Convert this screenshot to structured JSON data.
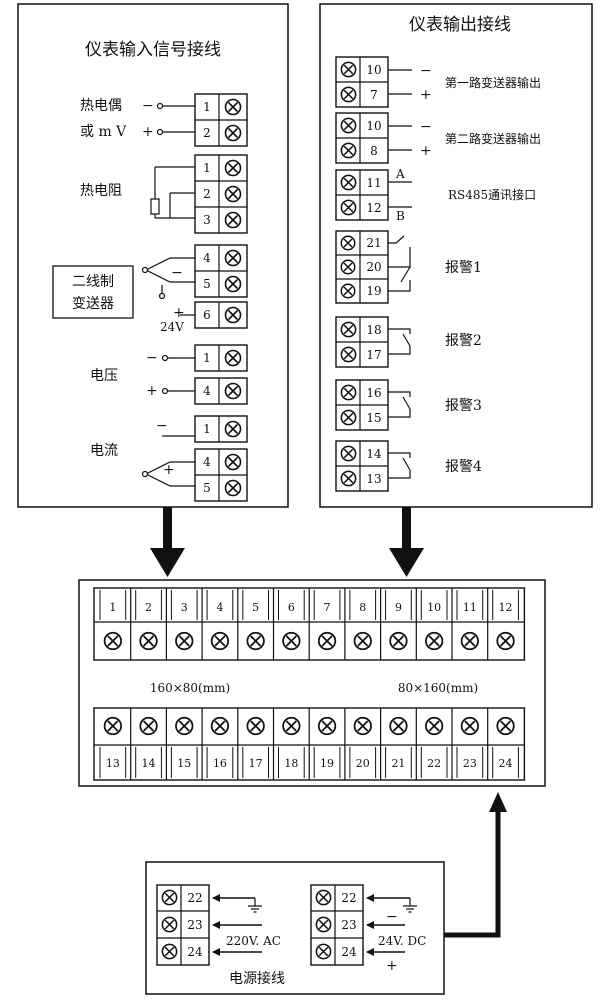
{
  "input_panel": {
    "title": "仪表输入信号接线",
    "thermocouple": {
      "label1": "热电偶",
      "label2": "或 m V",
      "minus": "−",
      "plus": "+",
      "terminals": [
        "1",
        "2"
      ]
    },
    "rtd": {
      "label": "热电阻",
      "terminals": [
        "1",
        "2",
        "3"
      ]
    },
    "transmitter": {
      "label1": "二线制",
      "label2": "变送器",
      "voltage": "24V",
      "minus": "−",
      "plus": "+",
      "terminals": [
        "4",
        "5",
        "6"
      ]
    },
    "voltage": {
      "label": "电压",
      "minus": "−",
      "plus": "+",
      "terminals": [
        "1",
        "4"
      ]
    },
    "current": {
      "label": "电流",
      "minus": "−",
      "plus": "+",
      "terminals": [
        "1",
        "4",
        "5"
      ]
    }
  },
  "output_panel": {
    "title": "仪表输出接线",
    "transmitter1": {
      "label": "第一路变送器输出",
      "minus": "−",
      "plus": "+",
      "terminals": [
        "10",
        "7"
      ]
    },
    "transmitter2": {
      "label": "第二路变送器输出",
      "minus": "−",
      "plus": "+",
      "terminals": [
        "10",
        "8"
      ]
    },
    "rs485": {
      "label": "RS485通讯接口",
      "a": "A",
      "b": "B",
      "terminals": [
        "11",
        "12"
      ]
    },
    "alarm1": {
      "label": "报警1",
      "terminals": [
        "21",
        "20",
        "19"
      ]
    },
    "alarm2": {
      "label": "报警2",
      "terminals": [
        "18",
        "17"
      ]
    },
    "alarm3": {
      "label": "报警3",
      "terminals": [
        "16",
        "15"
      ]
    },
    "alarm4": {
      "label": "报警4",
      "terminals": [
        "14",
        "13"
      ]
    }
  },
  "terminal_block": {
    "top_numbers": [
      "1",
      "2",
      "3",
      "4",
      "5",
      "6",
      "7",
      "8",
      "9",
      "10",
      "11",
      "12"
    ],
    "bottom_numbers": [
      "13",
      "14",
      "15",
      "16",
      "17",
      "18",
      "19",
      "20",
      "21",
      "22",
      "23",
      "24"
    ],
    "size_left": "160×80(mm)",
    "size_right": "80×160(mm)"
  },
  "power_panel": {
    "title": "电源接线",
    "ac": {
      "label": "220V. AC",
      "terminals": [
        "22",
        "23",
        "24"
      ]
    },
    "dc": {
      "label": "24V. DC",
      "minus": "−",
      "plus": "+",
      "terminals": [
        "22",
        "23",
        "24"
      ]
    }
  }
}
